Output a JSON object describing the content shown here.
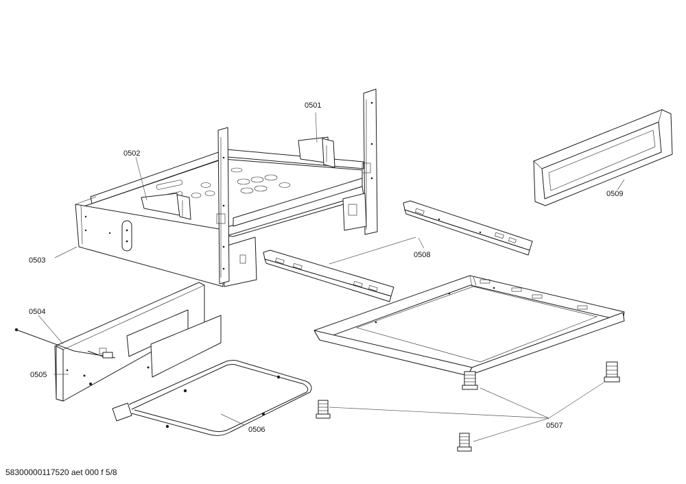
{
  "labels": {
    "p0501": "0501",
    "p0502": "0502",
    "p0503": "0503",
    "p0504": "0504",
    "p0505": "0505",
    "p0506": "0506",
    "p0507": "0507",
    "p0508": "0508",
    "p0509": "0509"
  },
  "footer": {
    "drawing_id": "58300000117520 aet 000 f 5/8"
  }
}
